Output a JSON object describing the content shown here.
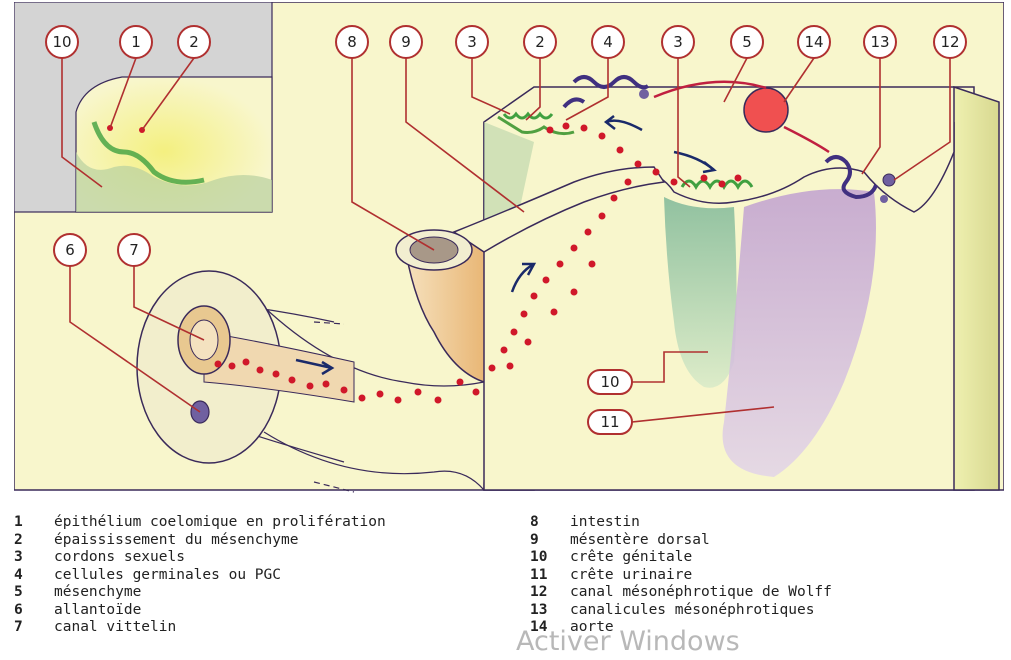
{
  "callouts": [
    "10",
    "1",
    "2",
    "8",
    "9",
    "3",
    "2",
    "4",
    "3",
    "5",
    "14",
    "13",
    "12",
    "6",
    "7",
    "10",
    "11"
  ],
  "legend": {
    "left": [
      {
        "num": "1",
        "text": "épithélium coelomique en prolifération"
      },
      {
        "num": "2",
        "text": "épaississement du mésenchyme"
      },
      {
        "num": "3",
        "text": "cordons sexuels"
      },
      {
        "num": "4",
        "text": "cellules germinales ou PGC"
      },
      {
        "num": "5",
        "text": "mésenchyme"
      },
      {
        "num": "6",
        "text": "allantoïde"
      },
      {
        "num": "7",
        "text": "canal vittelin"
      }
    ],
    "right": [
      {
        "num": "8",
        "text": "intestin"
      },
      {
        "num": "9",
        "text": "mésentère dorsal"
      },
      {
        "num": "10",
        "text": "crête génitale"
      },
      {
        "num": "11",
        "text": "crête urinaire"
      },
      {
        "num": "12",
        "text": "canal mésonéphrotique de Wolff"
      },
      {
        "num": "13",
        "text": "canalicules mésonéphrotiques"
      },
      {
        "num": "14",
        "text": "aorte"
      }
    ]
  },
  "watermark": "Activer Windows",
  "colors": {
    "outline": "#3a2a5a",
    "callout": "#b03030",
    "germ_cells": "#d0182a",
    "mesenchyme": "#f8f6cc",
    "epithelium": "#70c060",
    "intestine": "#e8b878",
    "genital_ridge": "#a8d0a0",
    "urinary_ridge": "#c8a8d8",
    "aorta": "#f05050",
    "arrow": "#1a2a6a"
  },
  "icons": [
    "arrow-icon"
  ]
}
